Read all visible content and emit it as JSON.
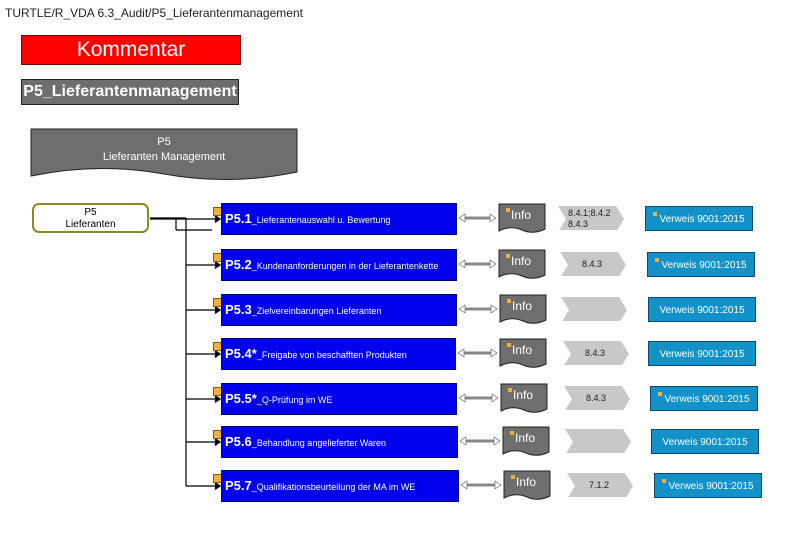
{
  "breadcrumb": "TURTLE/R_VDA 6.3_Audit/P5_Lieferantenmanagement",
  "kommentar": "Kommentar",
  "title": "P5_Lieferantenmanagement",
  "process_group": {
    "line1": "P5",
    "line2": "Lieferanten Management"
  },
  "input": {
    "line1": "P5",
    "line2": "Lieferanten"
  },
  "info_label": "Info",
  "verweis_label": "Verweis 9001:2015",
  "processes": [
    {
      "code": "P5.1",
      "sep": "_",
      "label": "Lieferantenauswahl u. Bewertung",
      "ref1": "8.4.1;8.4.2",
      "ref2": "8.4.3",
      "verweis_dot": true
    },
    {
      "code": "P5.2",
      "sep": "_",
      "label": "Kundenanforderungen in der Lieferantenkette",
      "ref1": "8.4.3",
      "ref2": "",
      "verweis_dot": true
    },
    {
      "code": "P5.3",
      "sep": "_",
      "label": "Zielvereinbarungen Lieferanten",
      "ref1": "",
      "ref2": "",
      "verweis_dot": false
    },
    {
      "code": "P5.4*",
      "sep": "_",
      "label": "Freigabe von beschafften Produkten",
      "ref1": "8.4.3",
      "ref2": "",
      "verweis_dot": false
    },
    {
      "code": "P5.5*",
      "sep": "_",
      "label": "Q-Prüfung im WE",
      "ref1": "8.4.3",
      "ref2": "",
      "verweis_dot": true
    },
    {
      "code": "P5.6",
      "sep": "_",
      "label": "Behandlung angelieferter Waren",
      "ref1": "",
      "ref2": "",
      "verweis_dot": false
    },
    {
      "code": "P5.7",
      "sep": "_",
      "label": "Qualifikationsbeurteilung der MA im WE",
      "ref1": "7.1.2",
      "ref2": "",
      "verweis_dot": true
    }
  ]
}
